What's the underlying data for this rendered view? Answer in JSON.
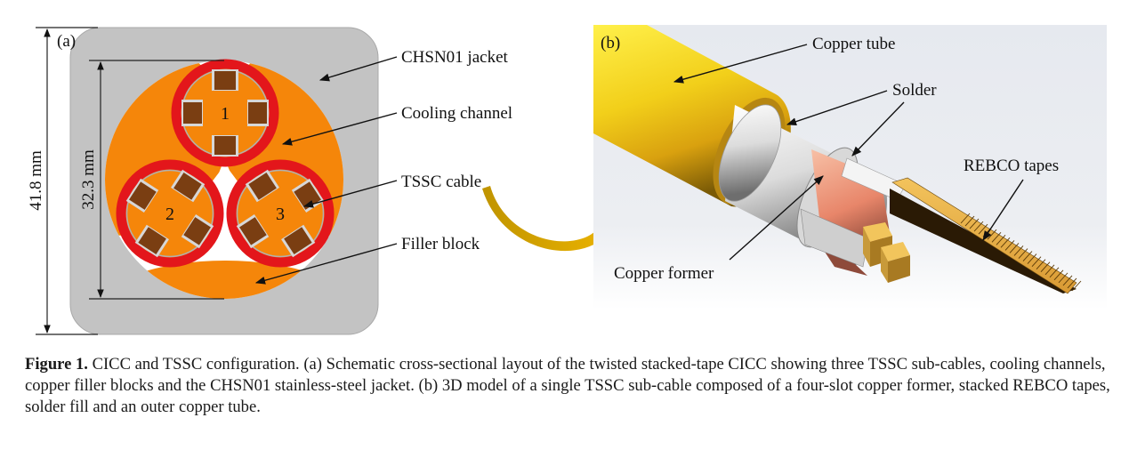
{
  "figure": {
    "panel_a": {
      "tag": "(a)",
      "dimensions": {
        "outer": "41.8 mm",
        "inner": "32.3 mm"
      },
      "subcable_numbers": [
        "1",
        "2",
        "3"
      ],
      "labels": {
        "jacket": "CHSN01 jacket",
        "cooling": "Cooling channel",
        "cable": "TSSC cable",
        "filler": "Filler block"
      },
      "colors": {
        "jacket": "#c3c3c3",
        "filler": "#f5860a",
        "ring": "#e3161b",
        "tape": "#7a3e12",
        "channel": "#ffffff"
      }
    },
    "panel_b": {
      "tag": "(b)",
      "labels": {
        "tube": "Copper tube",
        "solder": "Solder",
        "tapes": "REBCO tapes",
        "former": "Copper former"
      },
      "colors": {
        "tube": "#f2d31b",
        "solder": "#e6e6e6",
        "former": "#e8967a",
        "tapes": "#e8b048",
        "arrow": "#d9a800"
      }
    }
  },
  "caption": {
    "label": "Figure 1.",
    "text": " CICC and TSSC configuration. (a) Schematic cross-sectional layout of the twisted stacked-tape CICC showing three TSSC sub-cables, cooling channels, copper filler blocks and the CHSN01 stainless-steel jacket. (b) 3D model of a single TSSC sub-cable composed of a four-slot copper former, stacked REBCO tapes, solder fill and an outer copper tube."
  }
}
